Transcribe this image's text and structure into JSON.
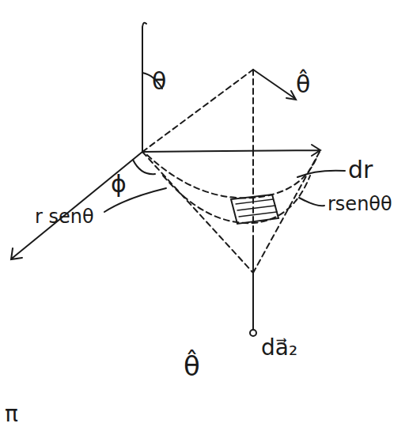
{
  "diagram": {
    "labels": [
      "θ",
      "θ̂",
      "ϕ",
      "dr",
      "r senθ",
      "rsenθθ",
      "da⃗₂",
      "θ̂",
      "π"
    ]
  }
}
